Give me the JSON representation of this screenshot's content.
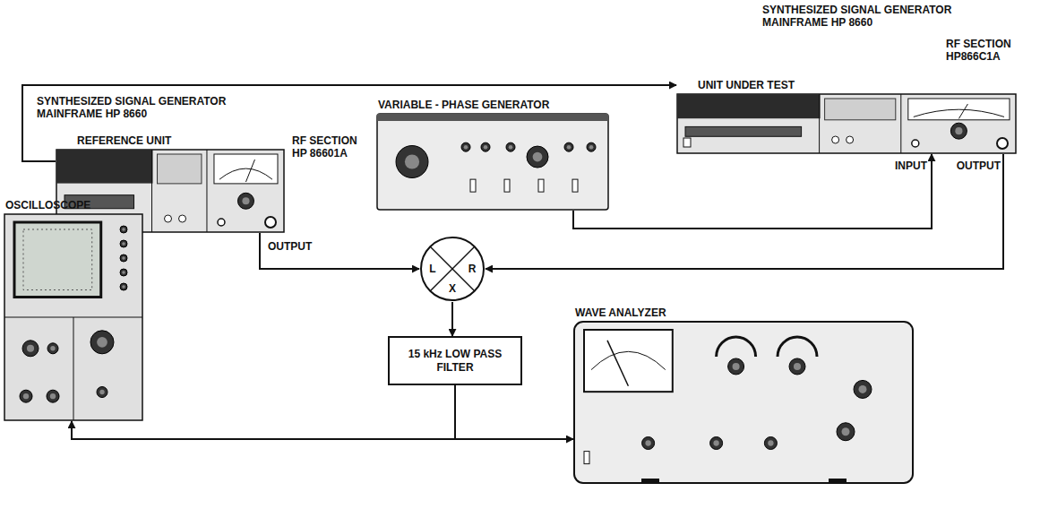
{
  "diagram": {
    "nodes": [
      {
        "text": [
          "REFERENCE UNIT"
        ]
      },
      {
        "text": [
          "VARIABLE - PHASE GENERATOR"
        ]
      },
      {
        "text": [
          "UNIT UNDER TEST"
        ]
      },
      {
        "text": [
          "L",
          "R",
          "X"
        ]
      },
      {
        "text": [
          "15 kHz LOW PASS FILTER"
        ]
      },
      {
        "text": [
          "OSCILLOSCOPE"
        ]
      },
      {
        "text": [
          "WAVE ANALYZER"
        ]
      }
    ],
    "edges": [
      {
        "from": 0,
        "to": 2,
        "arrow": "to"
      },
      {
        "from": 1,
        "to": 2,
        "arrow": "to"
      },
      {
        "from": 0,
        "to": 3,
        "arrow": "to"
      },
      {
        "from": 2,
        "to": 3,
        "arrow": "to"
      },
      {
        "from": 3,
        "to": 4,
        "arrow": "to"
      },
      {
        "from": 4,
        "to": 5,
        "arrow": "to"
      },
      {
        "from": 4,
        "to": 6,
        "arrow": "to"
      }
    ],
    "labels": [
      "SYNTHESIZED SIGNAL GENERATOR MAINFRAME HP 8660",
      "RF SECTION HP 86601A",
      "OUTPUT",
      "SYNTHESIZED SIGNAL GENERATOR MAINFRAME HP 8660",
      "RF SECTION HP866C1A",
      "INPUT",
      "OUTPUT"
    ]
  }
}
